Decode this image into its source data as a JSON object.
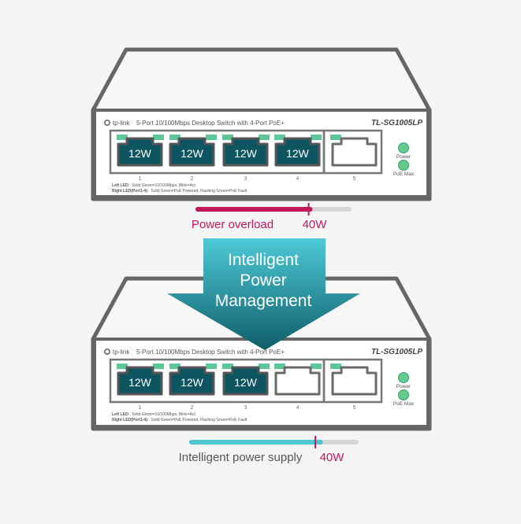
{
  "arrow": {
    "lines": [
      "Intelligent",
      "Power",
      "Management"
    ],
    "gradient_top": "#4ec9d8",
    "gradient_bottom": "#0f5e69"
  },
  "switches": [
    {
      "brand": "tp-link",
      "description": "5-Port 10/100Mbps Desktop Switch with 4-Port PoE+",
      "model": "TL-SG1005LP",
      "led_legend_left": "Left LED:",
      "led_legend_left_text": "Solid Green=10/100Mbps, Blink=Act",
      "led_legend_right": "Right LED(Port1-4):",
      "led_legend_right_text": "Solid Green=PoE Powered, Flashing Green=PoE Fault",
      "status_leds": [
        "Power",
        "PoE Max"
      ],
      "ports": [
        {
          "number": "1",
          "watt": "12W",
          "active": true
        },
        {
          "number": "2",
          "watt": "12W",
          "active": true
        },
        {
          "number": "3",
          "watt": "12W",
          "active": true
        },
        {
          "number": "4",
          "watt": "12W",
          "active": true
        },
        {
          "number": "5",
          "watt": "",
          "active": false
        }
      ]
    },
    {
      "brand": "tp-link",
      "description": "5-Port 10/100Mbps Desktop Switch with 4-Port PoE+",
      "model": "TL-SG1005LP",
      "led_legend_left": "Left LED:",
      "led_legend_left_text": "Solid Green=10/100Mbps, Blink=Act",
      "led_legend_right": "Right LED(Port1-4):",
      "led_legend_right_text": "Solid Green=PoE Powered, Flashing Green=PoE Fault",
      "status_leds": [
        "Power",
        "PoE Max"
      ],
      "ports": [
        {
          "number": "1",
          "watt": "12W",
          "active": true
        },
        {
          "number": "2",
          "watt": "12W",
          "active": true
        },
        {
          "number": "3",
          "watt": "12W",
          "active": true
        },
        {
          "number": "4",
          "watt": "",
          "active": false
        },
        {
          "number": "5",
          "watt": "",
          "active": false
        }
      ]
    }
  ],
  "meters": [
    {
      "label": "Power overload",
      "limit_label": "40W",
      "fill_fraction": 0.75,
      "marker_fraction": 0.72,
      "fill_color": "#c2185b",
      "label_color": "#c2185b",
      "limit_color": "#c2185b"
    },
    {
      "label": "Intelligent power supply",
      "limit_label": "40W",
      "fill_fraction": 0.79,
      "marker_fraction": 0.74,
      "fill_color": "#4cc7d3",
      "label_color": "#555555",
      "limit_color": "#c2185b"
    }
  ]
}
